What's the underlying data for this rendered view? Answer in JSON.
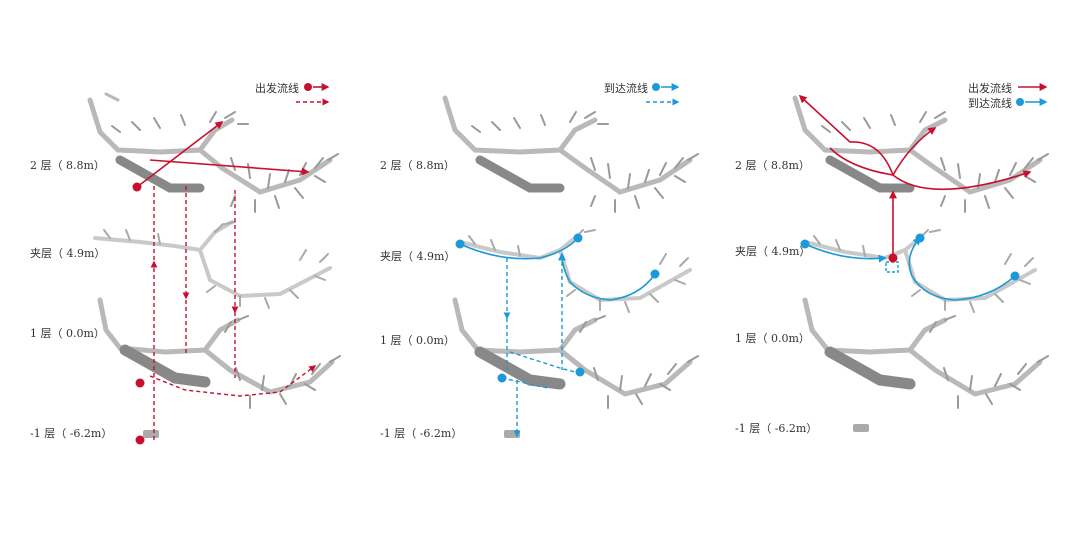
{
  "panels": [
    {
      "id": "departure",
      "legend": {
        "departure": "出发流线"
      },
      "levels": [
        "2 层（ 8.8m）",
        "夹层（ 4.9m）",
        "1 层（ 0.0m）",
        "-1 层（ -6.2m）"
      ]
    },
    {
      "id": "arrival",
      "legend": {
        "arrival": "到达流线"
      },
      "levels": [
        "2 层（ 8.8m）",
        "夹层（ 4.9m）",
        "1 层（ 0.0m）",
        "-1 层（ -6.2m）"
      ]
    },
    {
      "id": "transfer",
      "legend": {
        "departure": "出发流线",
        "arrival": "到达流线"
      },
      "levels": [
        "2 层（ 8.8m）",
        "夹层（ 4.9m）",
        "1 层（ 0.0m）",
        "-1 层（ -6.2m）"
      ]
    }
  ],
  "colors": {
    "departure": "#c8102e",
    "arrival": "#1a9ad6",
    "structure": "#b9b9b9",
    "structure_dark": "#6e6e6e"
  }
}
